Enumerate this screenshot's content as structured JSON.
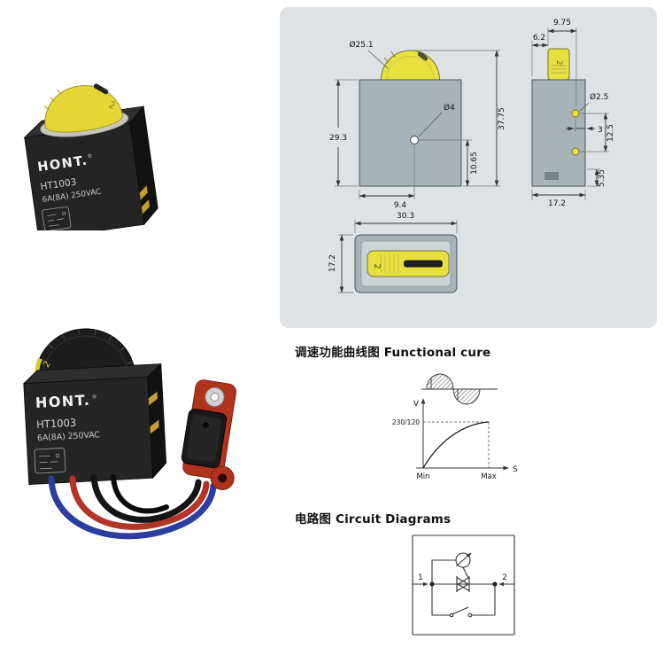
{
  "product": {
    "brand": "HONT.",
    "reg": "®",
    "model": "HT1003",
    "rating": "6A(8A) 250VAC",
    "dial_mark": "2"
  },
  "drawing": {
    "front": {
      "knob_dia": "Ø25.1",
      "body_height": "29.3",
      "total_height": "37.75",
      "hole_dia": "Ø4",
      "hole_to_bottom": "10.65",
      "hole_offset_x": "9.4"
    },
    "side": {
      "top_width": "9.75",
      "knob_offset": "6.2",
      "pin_dia": "Ø2.5",
      "pin_edge": "3",
      "pin_spacing": "12.5",
      "body_width": "17.2",
      "pin_to_bottom": "5.35"
    },
    "top": {
      "width": "30.3",
      "depth": "17.2"
    }
  },
  "functional": {
    "title": "调速功能曲线图 Functional cure",
    "y_label": "V",
    "ref_value": "230/120",
    "min_label": "Min",
    "max_label": "Max",
    "x_label": "S"
  },
  "circuit": {
    "title": "电路图 Circuit Diagrams",
    "terminal_left": "1",
    "terminal_right": "2"
  },
  "colors": {
    "panel_bg": "#dee2e4",
    "drawing_body": "#a8b2b7",
    "dial_yellow": "#e8e03c",
    "wire_blue": "#2c3da0",
    "wire_red": "#b23627"
  }
}
